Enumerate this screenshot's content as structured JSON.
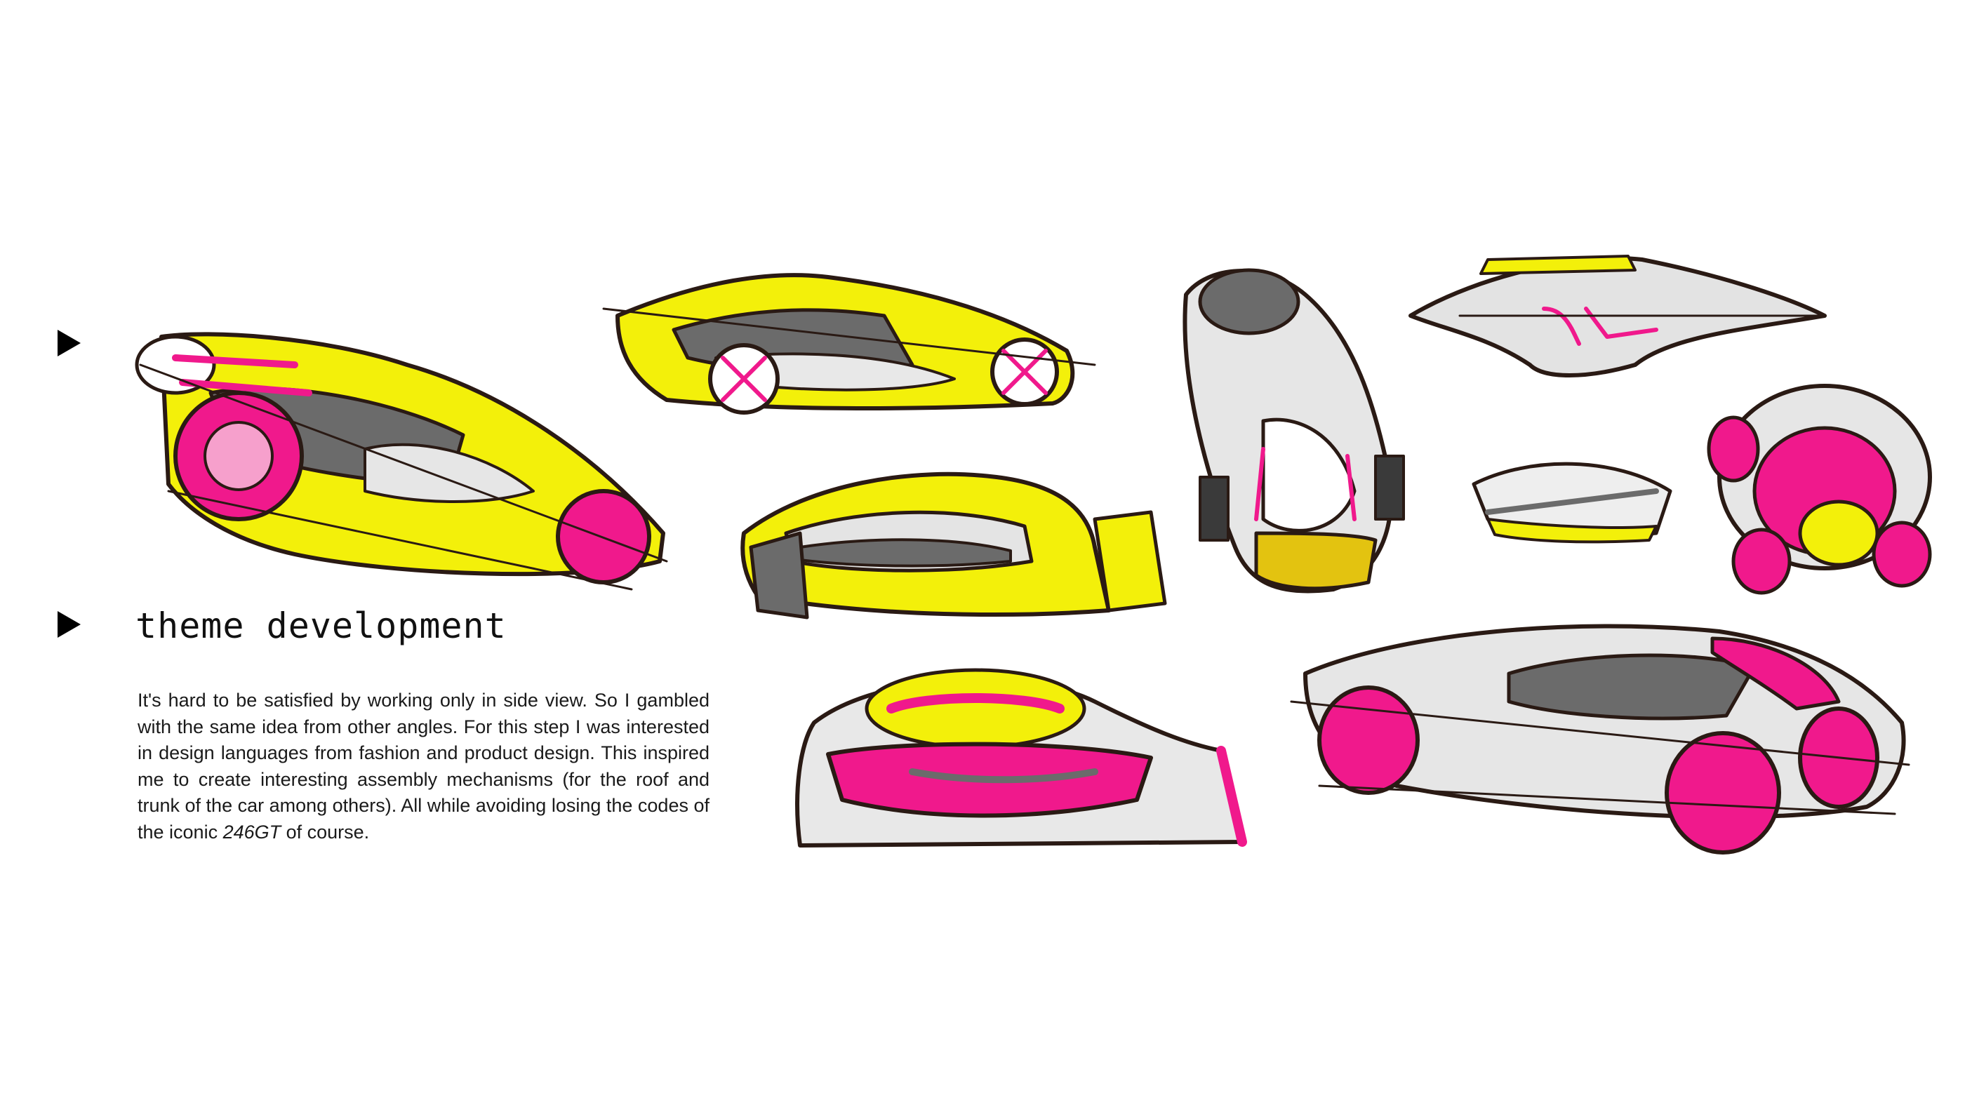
{
  "heading": "theme development",
  "paragraph": {
    "text_before": "It's hard to be satisfied by working only in side view. So I gambled with the same idea from other angles. For this step I was interested in design languages from fashion and product design. This inspired me to create interesting assembly mechanisms (for the roof and trunk of the car among others). All while avoiding losing the codes of the iconic ",
    "emphasis": "246GT",
    "text_after": " of course."
  },
  "colors": {
    "yellow": "#f3f00a",
    "magenta": "#f0198c",
    "ink": "#2a1a14",
    "grey": "#6b6b6b",
    "light_grey": "#cfcfcf"
  },
  "icons": [
    "play-triangle-icon",
    "play-triangle-icon"
  ]
}
